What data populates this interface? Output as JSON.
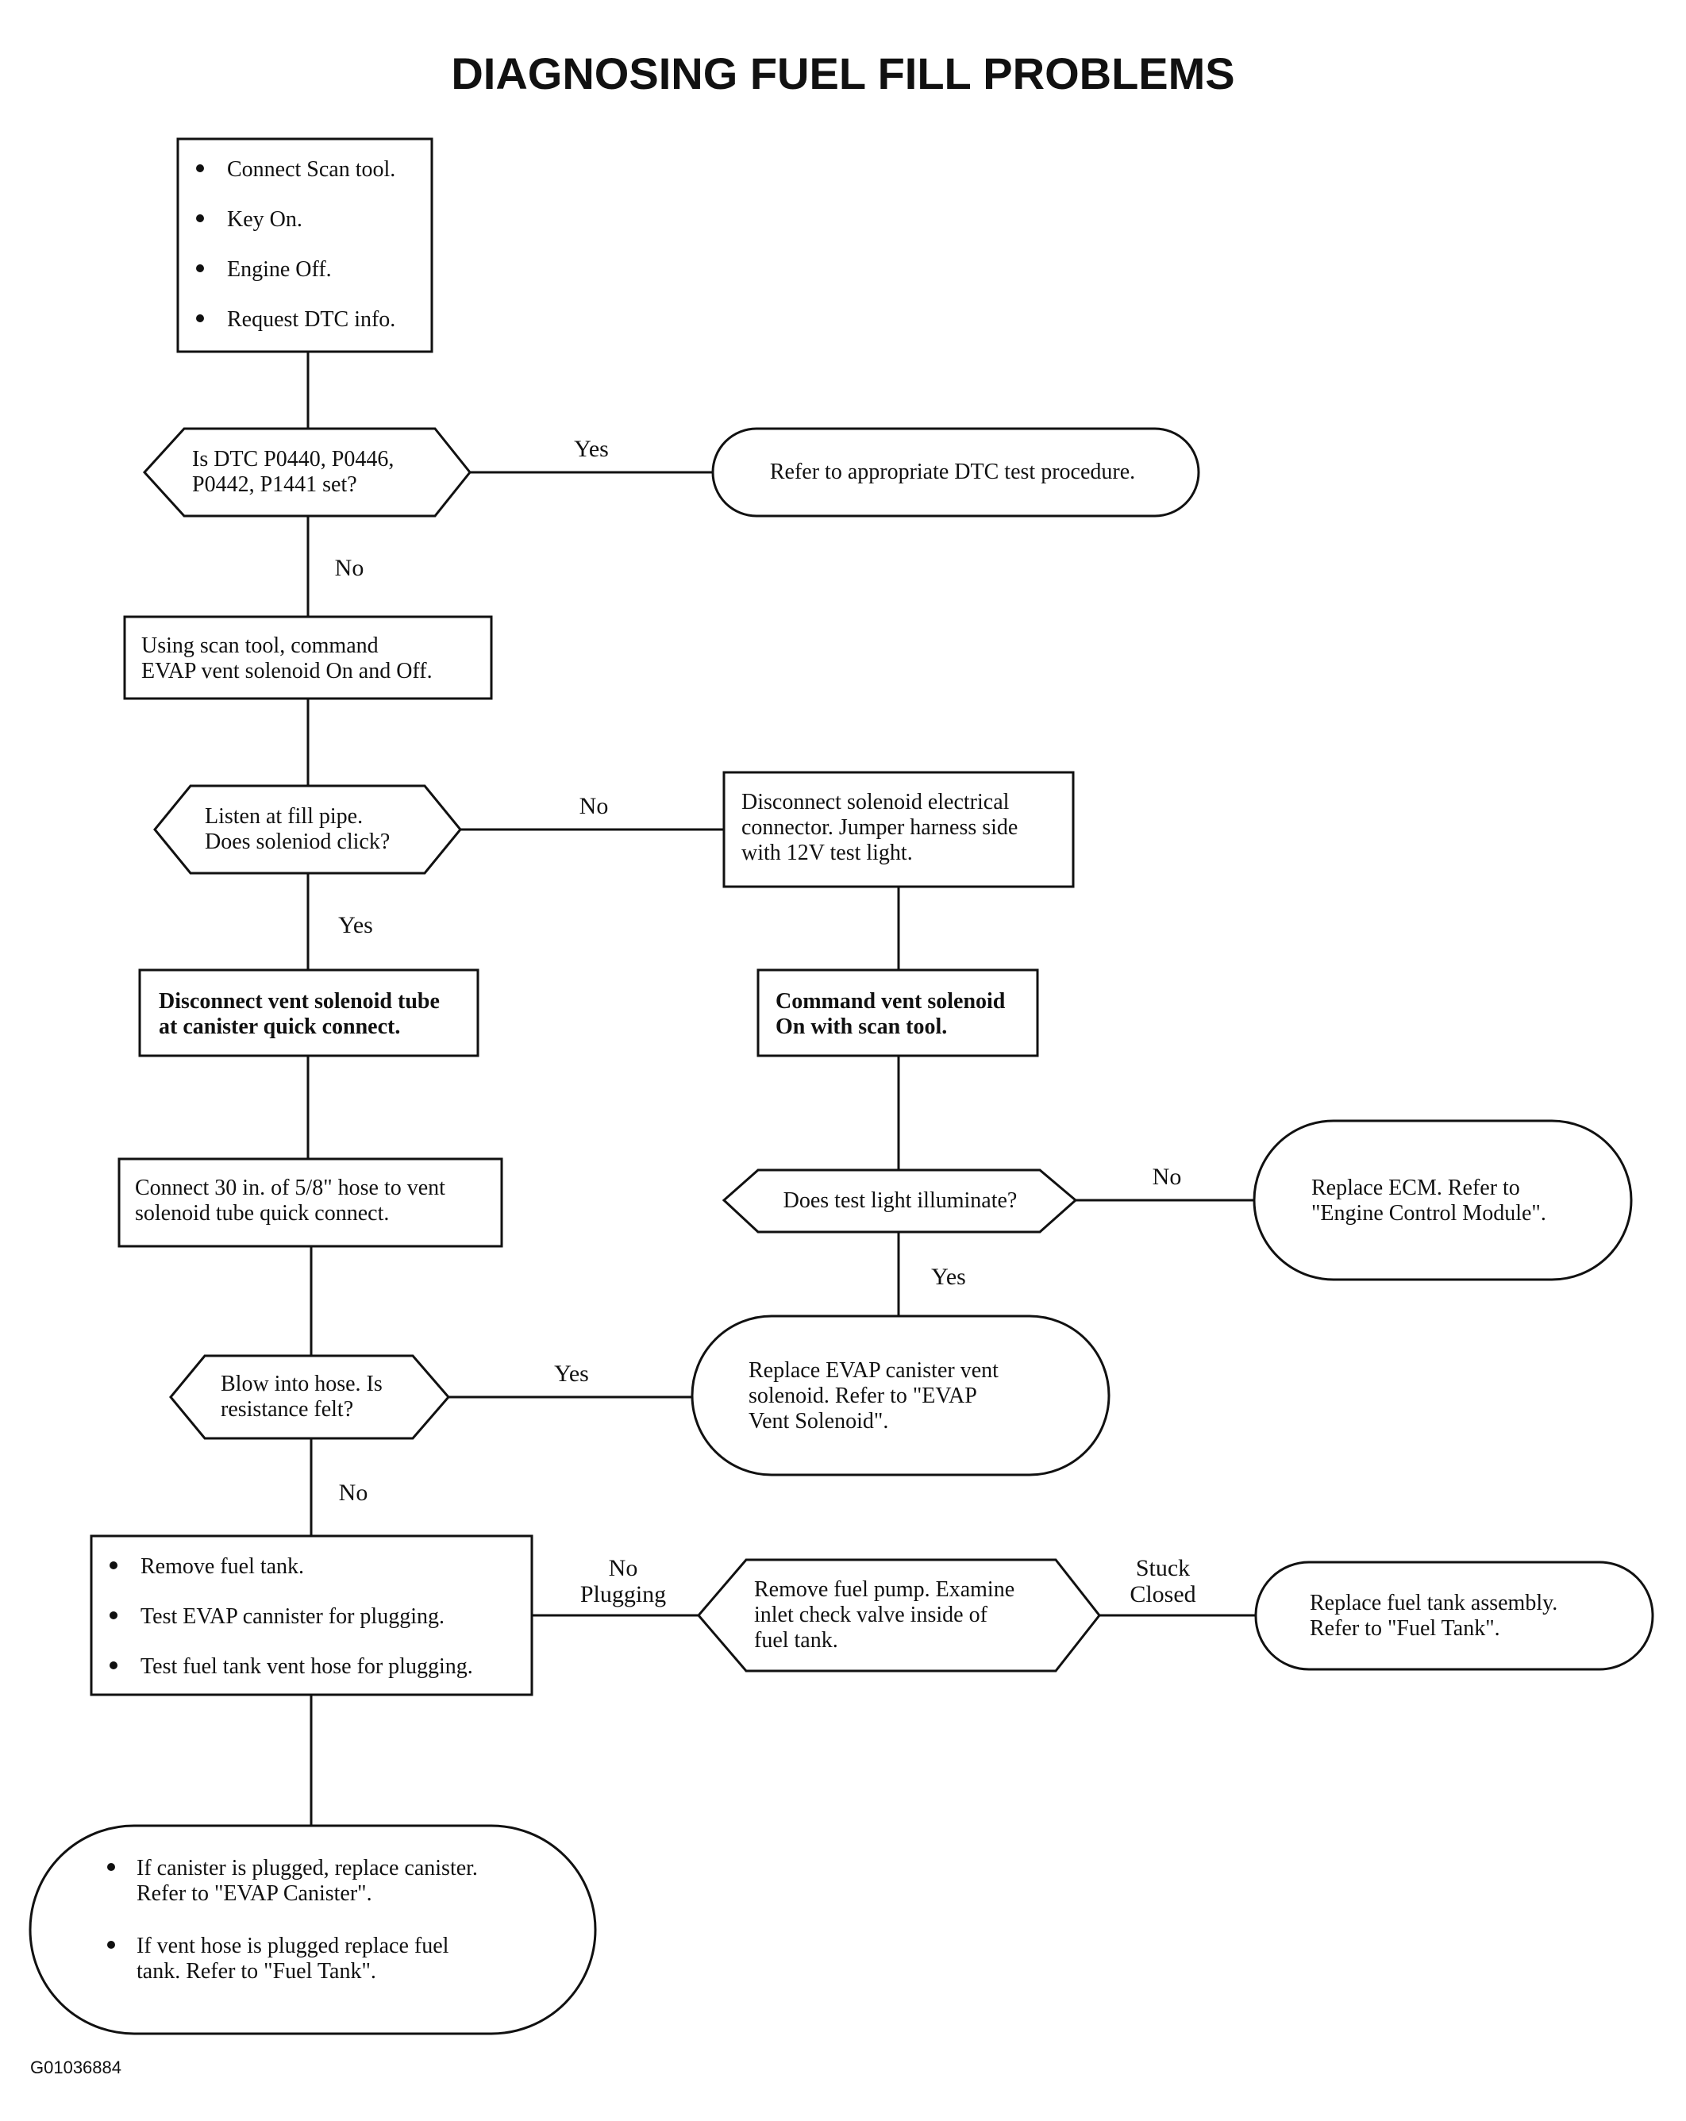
{
  "title": "DIAGNOSING FUEL FILL PROBLEMS",
  "figure_id": "G01036884",
  "nodes": {
    "start": {
      "bullets": [
        "Connect Scan tool.",
        "Key On.",
        "Engine Off.",
        "Request DTC info."
      ]
    },
    "dtc_question": {
      "lines": [
        "Is DTC P0440, P0446,",
        "P0442, P1441 set?"
      ]
    },
    "refer_dtc": {
      "lines": [
        "Refer to appropriate DTC test procedure."
      ]
    },
    "command_vent": {
      "lines": [
        "Using scan tool, command",
        "EVAP vent solenoid On and Off."
      ]
    },
    "listen_question": {
      "lines": [
        "Listen at fill pipe.",
        "Does soleniod click?"
      ]
    },
    "disconnect_connector": {
      "lines": [
        "Disconnect solenoid electrical",
        "connector. Jumper harness side",
        "with 12V test light."
      ]
    },
    "disconnect_tube": {
      "lines": [
        "Disconnect vent solenoid tube",
        "at canister quick connect."
      ]
    },
    "command_on": {
      "lines": [
        "Command vent solenoid",
        "On with scan tool."
      ]
    },
    "connect_hose": {
      "lines": [
        "Connect 30 in. of 5/8\" hose to vent",
        "solenoid tube quick connect."
      ]
    },
    "light_question": {
      "lines": [
        "Does test light illuminate?"
      ]
    },
    "replace_ecm": {
      "lines": [
        "Replace ECM. Refer to",
        "\"Engine Control Module\"."
      ]
    },
    "replace_vent": {
      "lines": [
        "Replace EVAP canister vent",
        "solenoid. Refer to \"EVAP",
        "Vent Solenoid\"."
      ]
    },
    "blow_question": {
      "lines": [
        "Blow into hose. Is",
        "resistance felt?"
      ]
    },
    "remove_tank": {
      "bullets": [
        "Remove fuel tank.",
        "Test EVAP cannister for plugging.",
        "Test fuel tank vent hose for plugging."
      ]
    },
    "remove_pump": {
      "lines": [
        "Remove fuel pump. Examine",
        "inlet check valve inside of",
        "fuel tank."
      ]
    },
    "replace_tank": {
      "lines": [
        "Replace fuel tank assembly.",
        "Refer to \"Fuel Tank\"."
      ]
    },
    "final": {
      "bullets": [
        [
          "If canister is plugged, replace canister.",
          "Refer to \"EVAP Canister\"."
        ],
        [
          "If vent hose is plugged replace fuel",
          "tank. Refer to \"Fuel Tank\"."
        ]
      ]
    }
  },
  "edge_labels": {
    "dtc_yes": "Yes",
    "dtc_no": "No",
    "listen_no": "No",
    "listen_yes": "Yes",
    "light_no": "No",
    "light_yes": "Yes",
    "blow_yes": "Yes",
    "blow_no": "No",
    "no_plugging": [
      "No",
      "Plugging"
    ],
    "stuck_closed": [
      "Stuck",
      "Closed"
    ]
  }
}
